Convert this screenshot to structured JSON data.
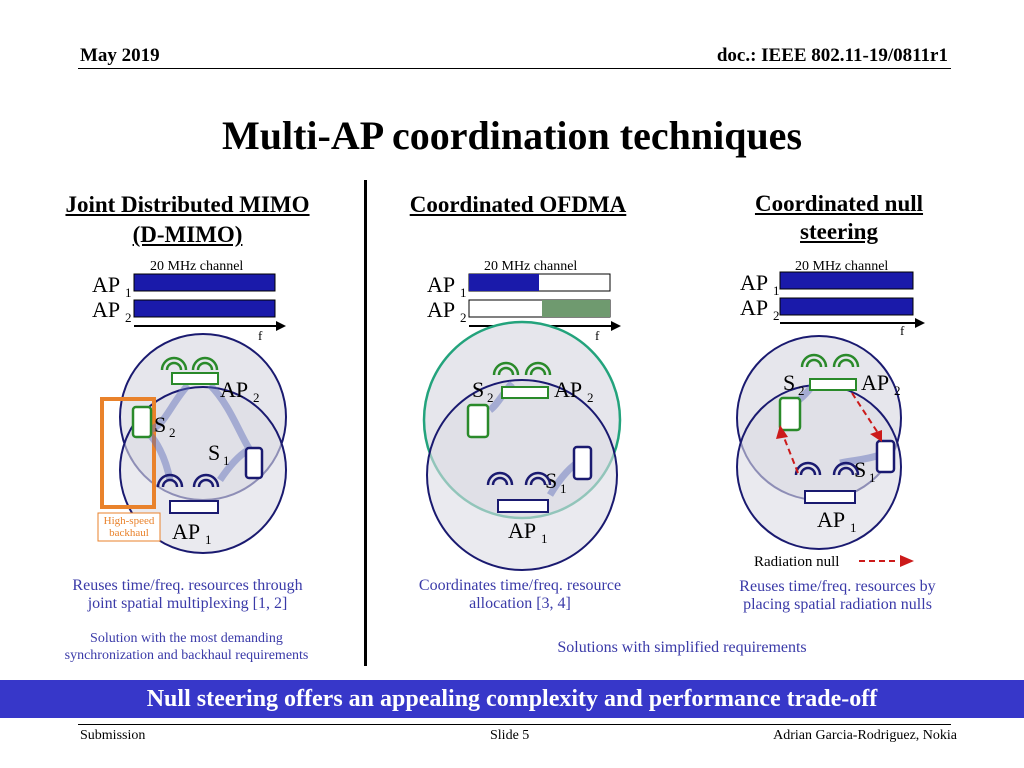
{
  "header": {
    "date": "May 2019",
    "doc": "doc.: IEEE 802.11-19/0811r1"
  },
  "title": "Multi-AP coordination techniques",
  "columns": [
    {
      "title_line1": "Joint Distributed MIMO",
      "title_line2": "(D-MIMO)",
      "caption_line1": "Reuses time/freq. resources through",
      "caption_line2": "joint spatial multiplexing [1, 2]",
      "note_line1": "Solution with the most demanding",
      "note_line2": "synchronization and backhaul requirements"
    },
    {
      "title": "Coordinated OFDMA",
      "caption_line1": "Coordinates time/freq. resource",
      "caption_line2": "allocation [3, 4]"
    },
    {
      "title_line1": "Coordinated null",
      "title_line2": "steering",
      "caption_line1": "Reuses time/freq. resources by",
      "caption_line2": "placing spatial radiation nulls"
    }
  ],
  "shared_note": "Solutions with simplified requirements",
  "figure": {
    "channel_label": "20 MHz channel",
    "ap_label": "AP",
    "sta_label": "S",
    "sub1": "1",
    "sub2": "2",
    "freq_label": "f",
    "backhaul_line1": "High-speed",
    "backhaul_line2": "backhaul",
    "radiation_null_label": "Radiation null"
  },
  "colors": {
    "bar_blue": "#1a1aaa",
    "bar_green": "#6f9a6f",
    "circle_navy": "#1a1a70",
    "circle_teal": "#23a37c",
    "wifi_green": "#2a8a2a",
    "backhaul_orange": "#e9822b",
    "null_red": "#cc1a1a",
    "banner": "#3737c9"
  },
  "banner": "Null steering offers an appealing complexity and performance trade-off",
  "footer": {
    "left": "Submission",
    "center": "Slide 5",
    "right": "Adrian Garcia-Rodriguez, Nokia"
  }
}
